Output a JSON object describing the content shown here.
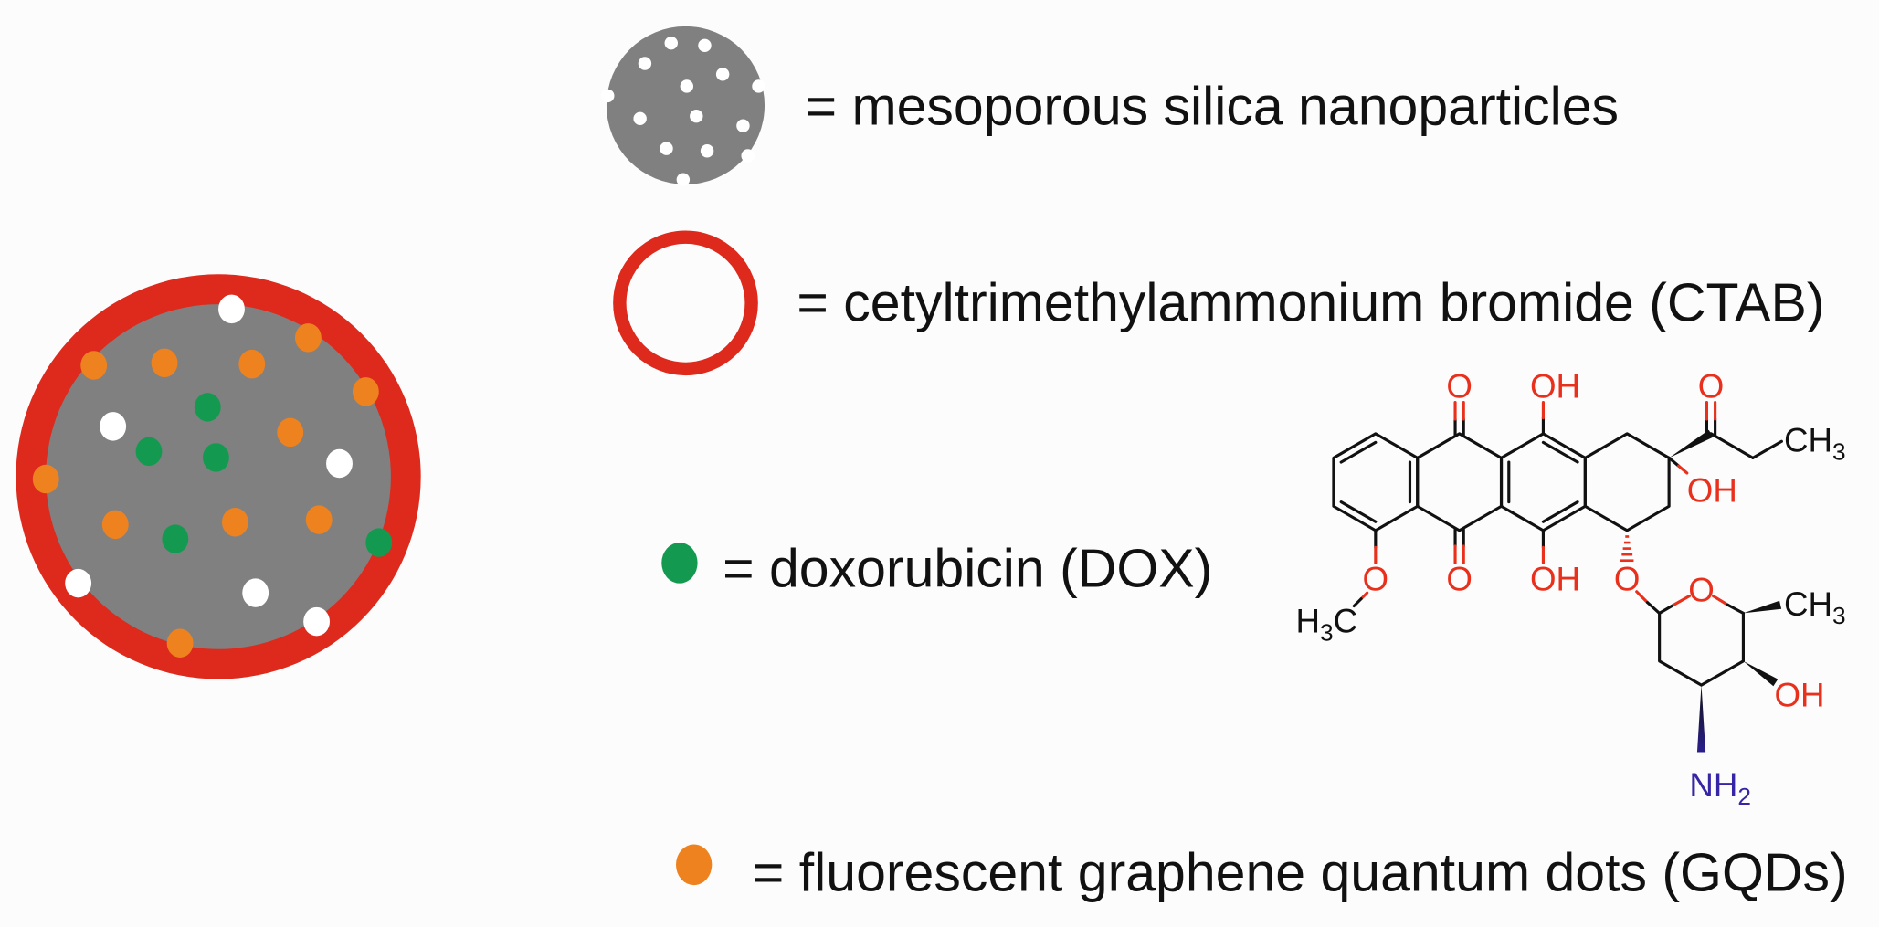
{
  "legend": [
    {
      "icon": "mesoporous-silica-nanoparticle-icon",
      "label": "= mesoporous silica nanoparticles"
    },
    {
      "icon": "ctab-ring-icon",
      "label": "= cetyltrimethylammonium bromide (CTAB)"
    },
    {
      "icon": "green-dot-icon",
      "label": "= doxorubicin (DOX)"
    },
    {
      "icon": "orange-dot-icon",
      "label": "= fluorescent graphene quantum dots (GQDs)"
    }
  ],
  "doxorubicin_structure": {
    "carbonyl_top": "O",
    "hydroxyl_top": "OH",
    "ketone_o": "O",
    "ketone_methyl": {
      "base": "CH",
      "sub": "3"
    },
    "hydroxyl_c9": "OH",
    "methoxy_o": "O",
    "methoxy_methyl": {
      "pre": "H",
      "sub": "3",
      "post": "C"
    },
    "carbonyl_bottom": "O",
    "hydroxyl_bottom": "OH",
    "glycosidic_o": "O",
    "ring_o": "O",
    "sugar_methyl": {
      "base": "CH",
      "sub": "3"
    },
    "sugar_hydroxyl": "OH",
    "amine": {
      "base": "NH",
      "sub": "2"
    }
  },
  "colors": {
    "ring_red": "#dd2a1c",
    "silica_gray": "#808080",
    "dox_green": "#149a50",
    "gqd_orange": "#ee821e",
    "pore_white": "#ffffff",
    "atom_red": "#e8301c",
    "atom_blue": "#3626a6",
    "bond_black": "#111111",
    "background": "#fcfcfc"
  }
}
